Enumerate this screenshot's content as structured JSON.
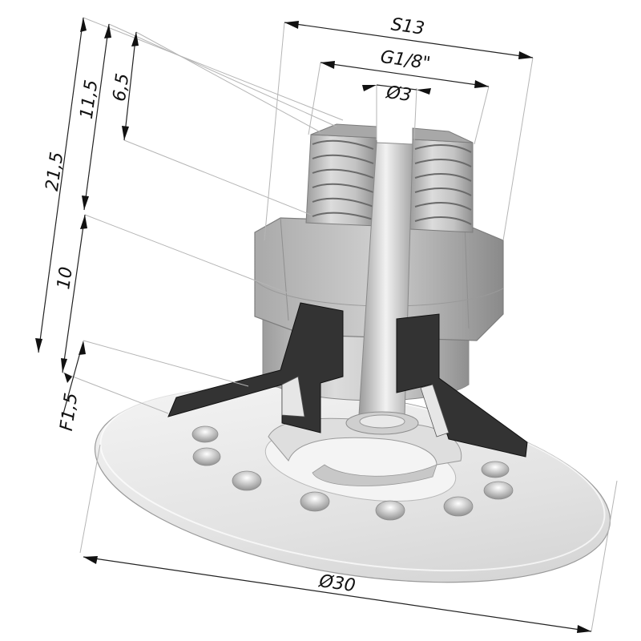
{
  "dimensions": {
    "s13": "S13",
    "thread": "G1/8\"",
    "bore": "Ø3",
    "height_total": "21,5",
    "height_115": "11,5",
    "height_65": "6,5",
    "height_10": "10",
    "lip": "F1,5",
    "diameter": "Ø30"
  },
  "colors": {
    "cup": "#e6e6e6",
    "metal": "#bdbdbd",
    "section": "#333333"
  }
}
